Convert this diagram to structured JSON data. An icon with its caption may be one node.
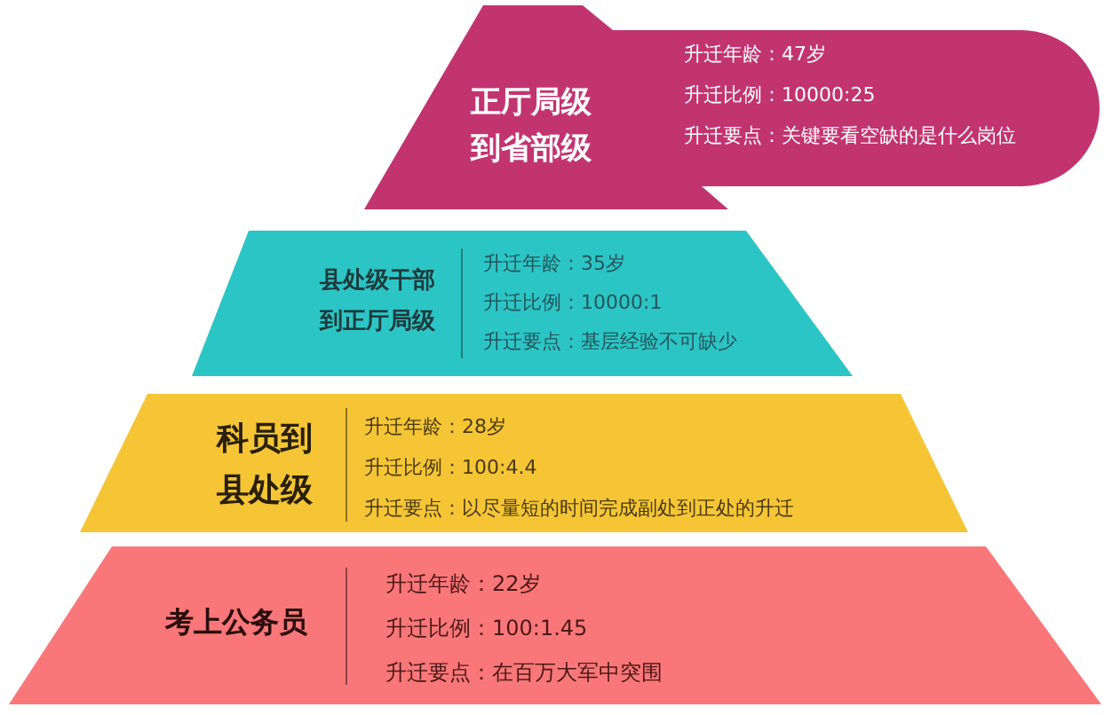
{
  "diagram": {
    "nodes": [
      {
        "text": [
          "正厅局级到省部级",
          "升迁年龄：47岁",
          "升迁比例：10000:25",
          "升迁要点：关键要看空缺的是什么岗位"
        ]
      },
      {
        "text": [
          "县处级干部到正厅局级",
          "升迁年龄：35岁",
          "升迁比例：10000:1",
          "升迁要点：基层经验不可缺少"
        ]
      },
      {
        "text": [
          "科员到县处级",
          "升迁年龄：28岁",
          "升迁比例：100:4.4",
          "升迁要点：以尽量短的时间完成副处到正处的升迁"
        ]
      },
      {
        "text": [
          "考上公务员",
          "升迁年龄：22岁",
          "升迁比例：100:1.45",
          "升迁要点：在百万大军中突围"
        ]
      }
    ]
  }
}
